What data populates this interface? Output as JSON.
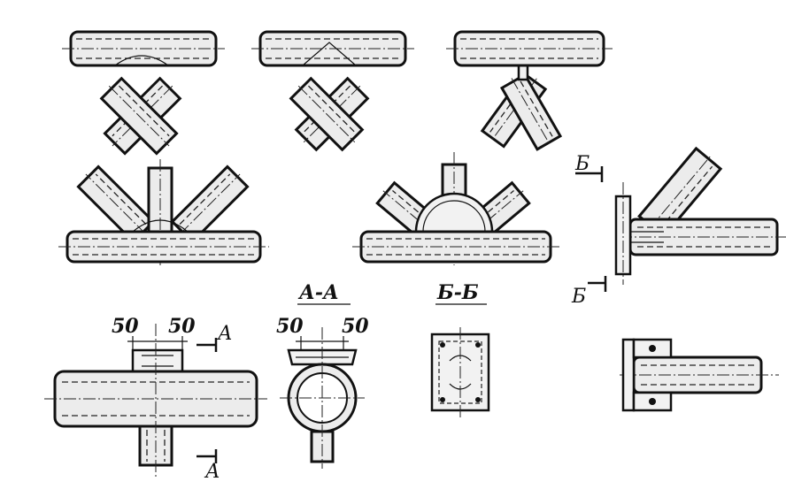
{
  "labels": {
    "section_a": "А-А",
    "section_b": "Б-Б",
    "mark_a_top": "А",
    "mark_a_bottom": "А",
    "mark_b_top": "Б",
    "mark_b_bottom": "Б",
    "dim_left_1": "50",
    "dim_left_2": "50",
    "dim_mid_1": "50",
    "dim_mid_2": "50"
  }
}
